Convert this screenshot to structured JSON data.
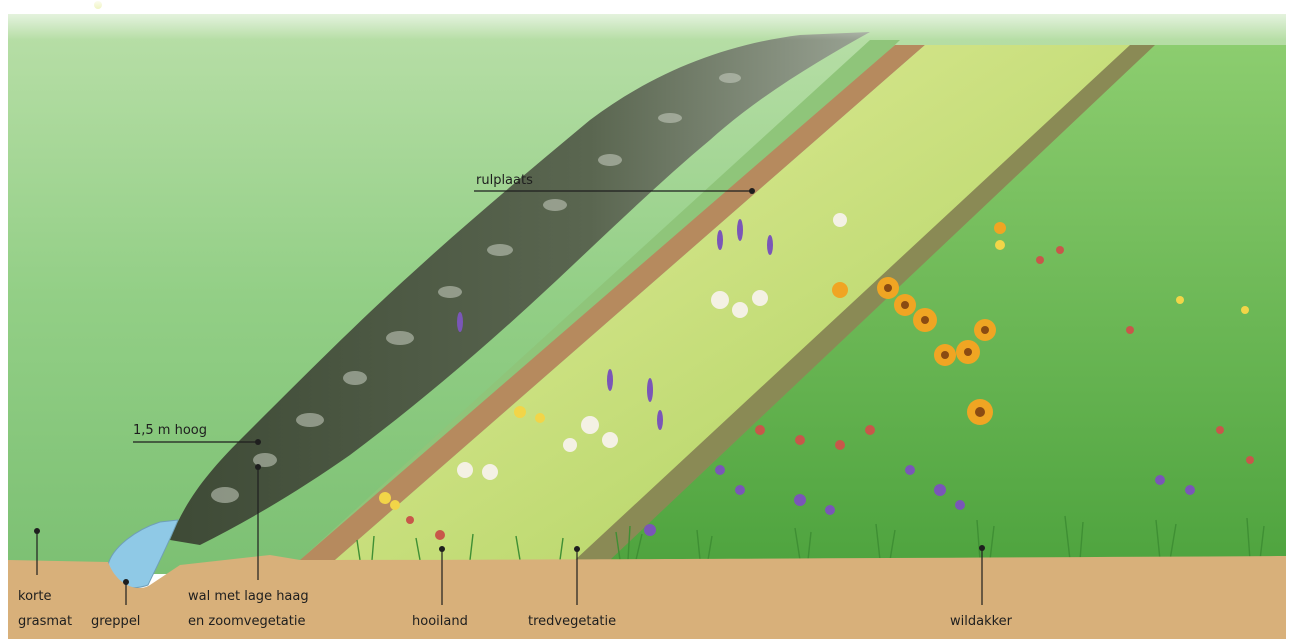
{
  "labels": {
    "rulplaats": "rulplaats",
    "height": "1,5 m hoog",
    "korte_line1": "korte",
    "korte_line2": "grasmat",
    "greppel": "greppel",
    "wal_line1": "wal met lage haag",
    "wal_line2": "en zoomvegetatie",
    "hooiland": "hooiland",
    "tredvegetatie": "tredvegetatie",
    "wildakker": "wildakker"
  },
  "colors": {
    "soil": "#d8b07a",
    "grass_light": "#9ed08a",
    "grass_mid": "#5fae4e",
    "hedge": "#4f5a44",
    "path": "#b68a5e",
    "meadow": "#c9dc6a",
    "water": "#8fc9e6",
    "accent_dot": "#c8d81c"
  },
  "icons": [
    "sunflower-icon",
    "white-umbel-icon",
    "purple-flower-icon"
  ]
}
